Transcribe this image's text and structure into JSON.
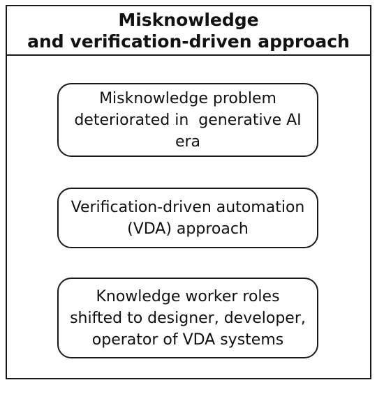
{
  "diagram": {
    "title_lines": [
      "Misknowledge",
      "and verification-driven approach"
    ],
    "boxes": [
      {
        "lines": [
          "Misknowledge problem",
          "deteriorated in  generative AI",
          "era"
        ]
      },
      {
        "lines": [
          "Verification-driven automation",
          "(VDA) approach"
        ]
      },
      {
        "lines": [
          "Knowledge worker roles",
          "shifted to designer, developer,",
          "operator of VDA systems"
        ]
      }
    ]
  },
  "colors": {
    "border": "#1a1a1a",
    "background": "#ffffff",
    "text": "#111111"
  }
}
